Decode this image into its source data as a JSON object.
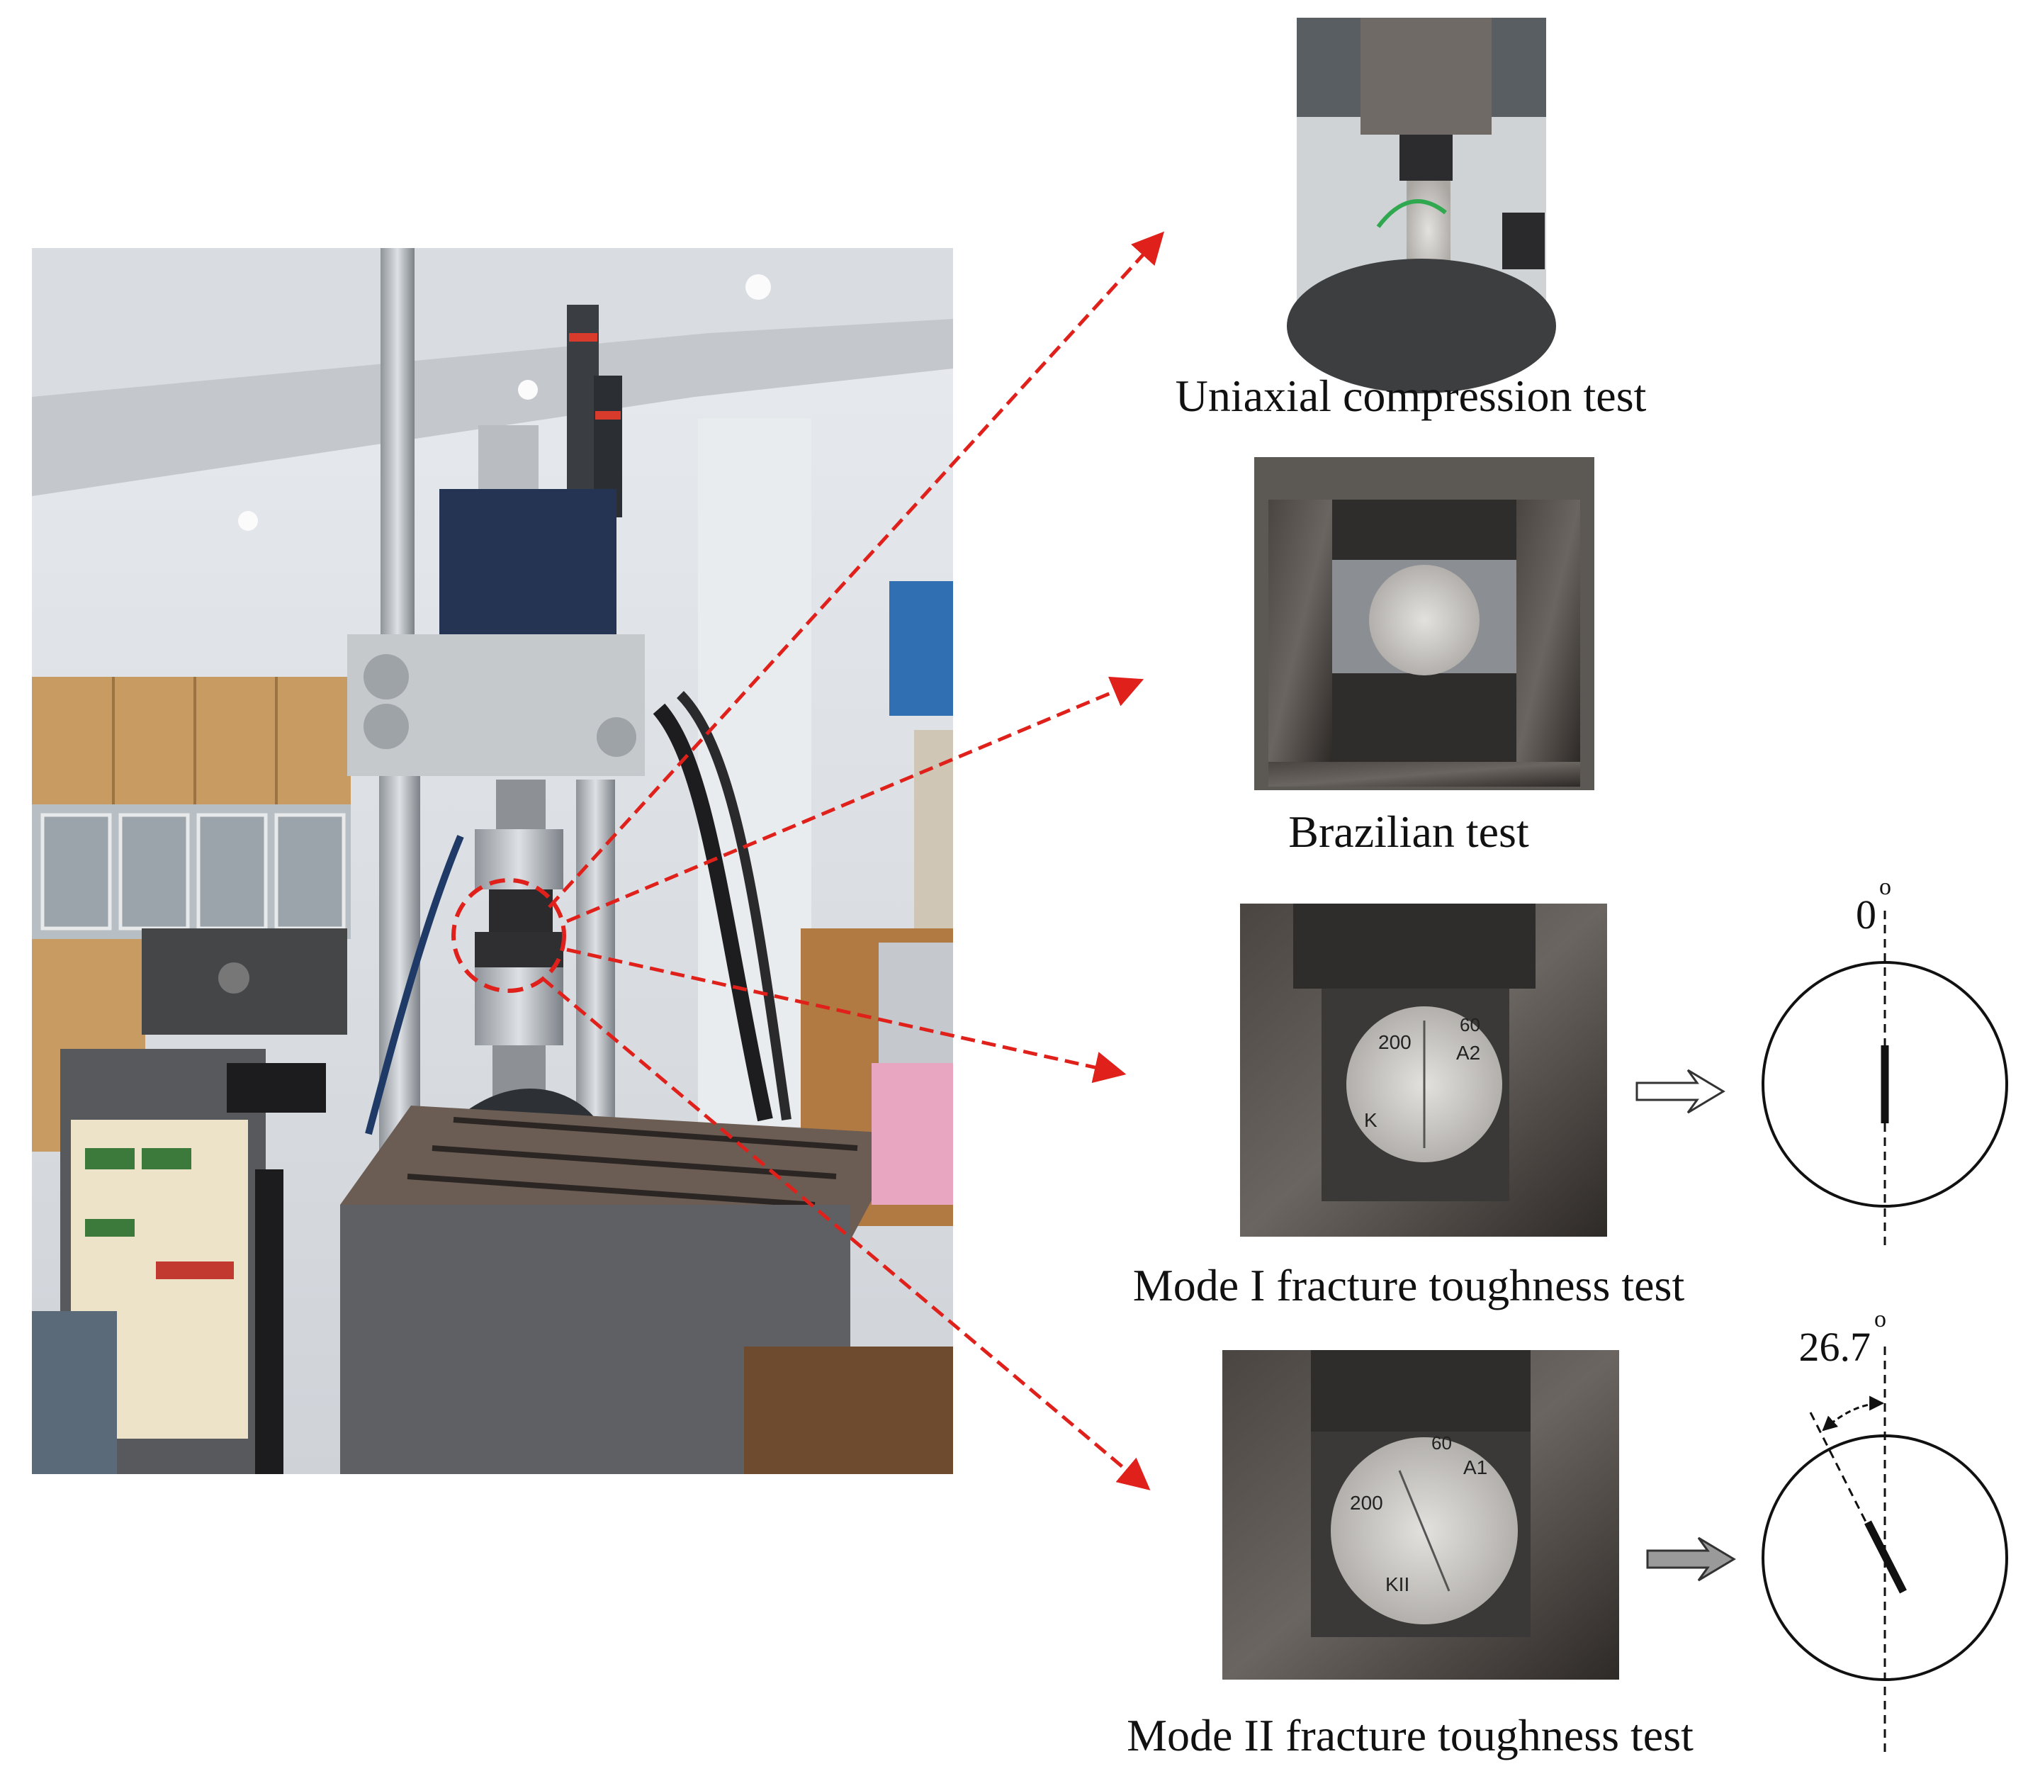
{
  "captions": {
    "uniaxial": "Uniaxial compression test",
    "brazilian": "Brazilian test",
    "mode1": "Mode I fracture toughness test",
    "mode2": "Mode II fracture toughness test"
  },
  "angles": {
    "mode1": "0",
    "mode2": "26.7",
    "degree_symbol": "o"
  },
  "specimen_marks": {
    "mode1": [
      "200",
      "A2",
      "K",
      "60"
    ],
    "mode2": [
      "200",
      "A1",
      "KII",
      "60"
    ]
  },
  "colors": {
    "arrow": "#e0211b",
    "line": "#111111",
    "frame": "#3a3632",
    "granite": "#c9c7c3"
  }
}
